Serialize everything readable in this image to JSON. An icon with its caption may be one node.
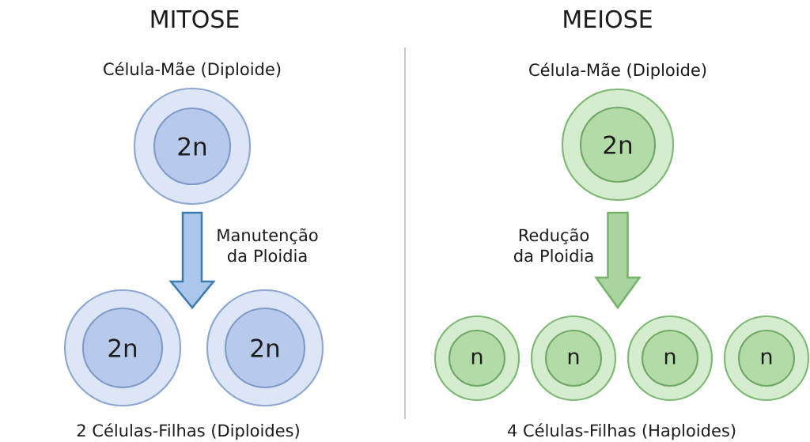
{
  "diagram": {
    "nodes": [
      {
        "text": [],
        "shape": "circle",
        "beside": [
          "Célula-Mãe (Diploide)"
        ]
      },
      {
        "text": [
          "2n"
        ],
        "in": 0
      },
      {
        "text": [],
        "shape": "circle",
        "beside": [
          "Célula-Mãe (Diploide)"
        ]
      },
      {
        "text": [
          "2n"
        ],
        "in": 2
      },
      {
        "text": [],
        "shape": "circle"
      },
      {
        "text": [
          "2n"
        ],
        "in": 4
      },
      {
        "text": [],
        "shape": "circle"
      },
      {
        "text": [
          "2n"
        ],
        "in": 6
      },
      {
        "text": [],
        "shape": "circle"
      },
      {
        "text": [
          "n"
        ],
        "in": 8
      },
      {
        "text": [],
        "shape": "circle"
      },
      {
        "text": [
          "n"
        ],
        "in": 10
      },
      {
        "text": [],
        "shape": "circle"
      },
      {
        "text": [
          "n"
        ],
        "in": 12
      },
      {
        "text": [],
        "shape": "circle"
      },
      {
        "text": [
          "n"
        ],
        "in": 14
      }
    ],
    "edges": [
      {
        "from": 0,
        "to": null,
        "arrow": "to",
        "label": "Manutenção da Ploidia",
        "color": "#aac6ea"
      },
      {
        "from": 2,
        "to": null,
        "arrow": "to",
        "label": "Redução da Ploidia",
        "color": "#a9d49f"
      }
    ],
    "labels": [
      "MITOSE",
      "MEIOSE",
      "2 Células-Filhas (Diploides)",
      "4 Células-Filhas (Haploides)"
    ]
  }
}
